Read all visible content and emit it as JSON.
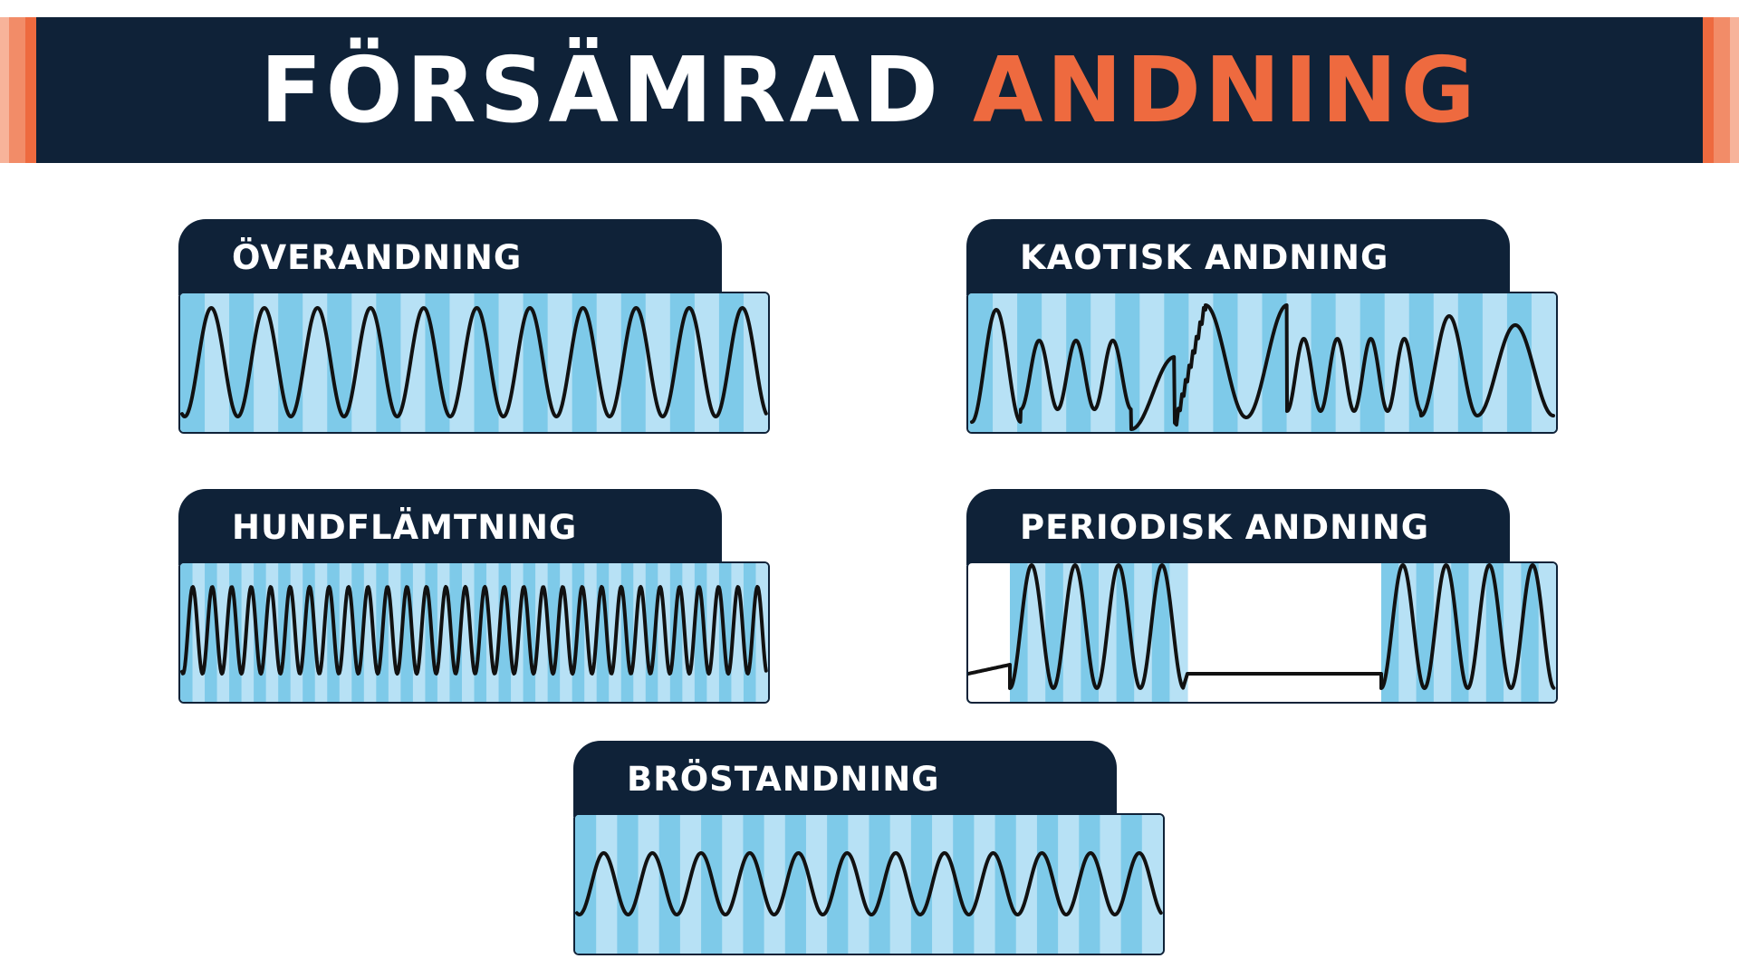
{
  "header": {
    "title_word1": "FÖRSÄMRAD",
    "title_word2": "ANDNING"
  },
  "colors": {
    "navy": "#0f2238",
    "orange": "#ee6a3f",
    "stripe_dark": "#7ecae9",
    "stripe_light": "#b7e1f5",
    "wave": "#111111"
  },
  "cards": [
    {
      "id": "overandning",
      "label": "ÖVERANDNING",
      "pattern": "regular-deep",
      "cycles": 11
    },
    {
      "id": "kaotisk",
      "label": "KAOTISK ANDNING",
      "pattern": "chaotic"
    },
    {
      "id": "hundflamtning",
      "label": "HUNDFLÄMTNING",
      "pattern": "rapid-shallow",
      "cycles": 30
    },
    {
      "id": "periodisk",
      "label": "PERIODISK ANDNING",
      "pattern": "periodic-bursts"
    },
    {
      "id": "brostandning",
      "label": "BRÖSTANDNING",
      "pattern": "regular-shallow",
      "cycles": 12
    }
  ]
}
